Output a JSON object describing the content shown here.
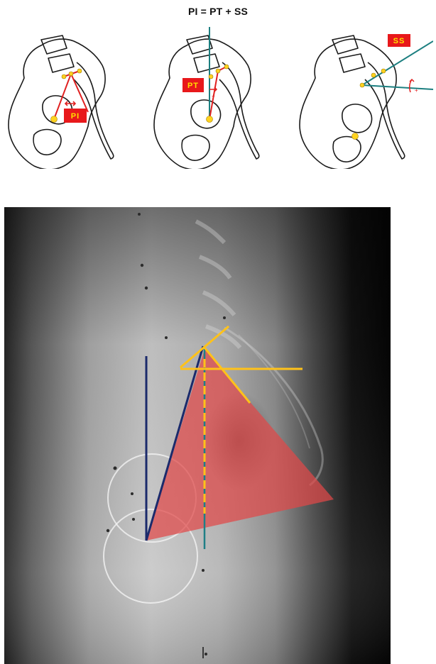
{
  "title": "PI = PT + SS",
  "panels": [
    {
      "label": "PI"
    },
    {
      "label": "PT"
    },
    {
      "label": "SS"
    }
  ],
  "colors": {
    "outline": "#1a1a1a",
    "pi_line": "#e02020",
    "teal_line": "#1c7f80",
    "badge_bg": "#e8181b",
    "badge_text": "#ffe000",
    "dot": "#ffd21f",
    "xray_red_triangle": "#e14848",
    "xray_yellow": "#ffc21a",
    "xray_navy": "#1b2a6b",
    "xray_teal": "#1f7f86"
  }
}
